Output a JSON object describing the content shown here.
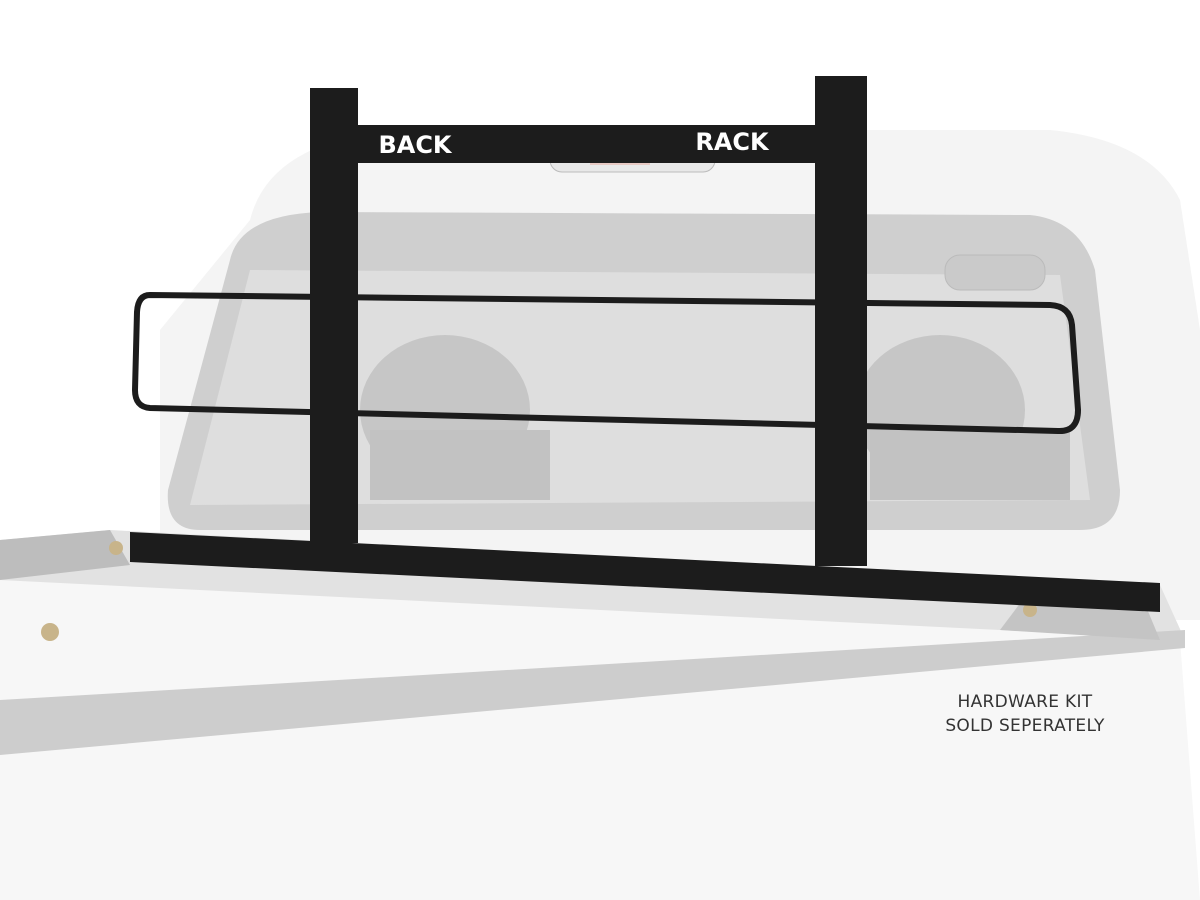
{
  "logo": {
    "left": "BACK",
    "right": "RACK"
  },
  "caption": {
    "line1": "HARDWARE KIT",
    "line2": "SOLD SEPERATELY"
  },
  "colors": {
    "rack": "#1c1c1c",
    "truck": "#f2f2f2",
    "glass": "#d4d4d4",
    "text": "#333333"
  }
}
